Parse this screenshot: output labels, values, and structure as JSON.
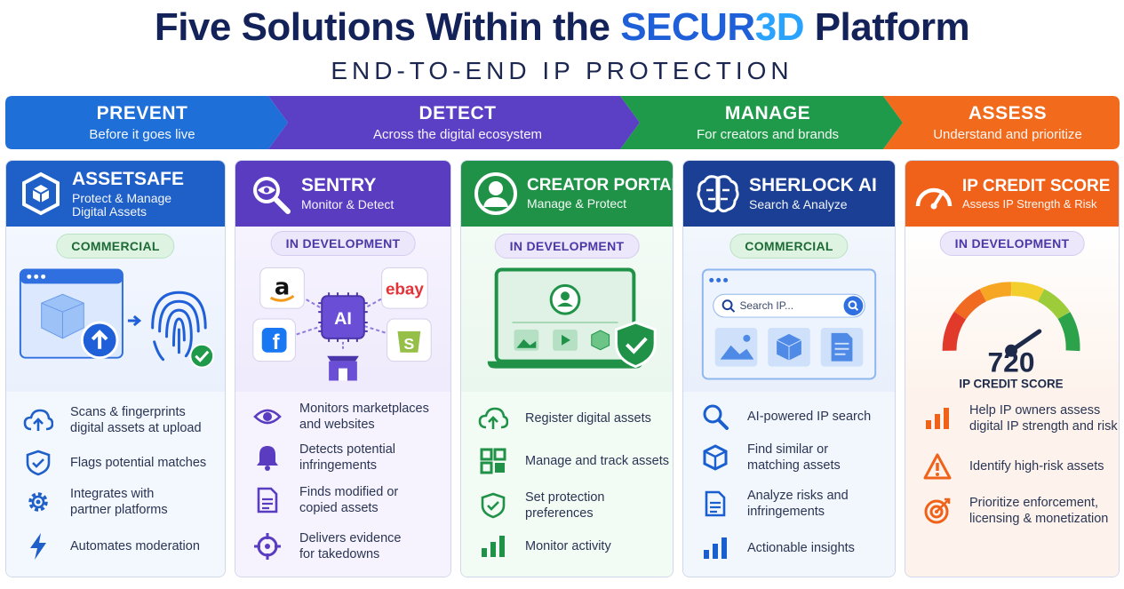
{
  "header": {
    "title_part1": "Five Solutions Within the ",
    "title_brand_a": "SECUR",
    "title_brand_b": "3D",
    "title_part2": " Platform",
    "subtitle": "END-TO-END IP PROTECTION"
  },
  "stages": [
    {
      "title": "PREVENT",
      "subtitle": "Before it goes live",
      "color": "#1f6fd8"
    },
    {
      "title": "DETECT",
      "subtitle": "Across the digital ecosystem",
      "color": "#5b3fc4"
    },
    {
      "title": "MANAGE",
      "subtitle": "For creators and brands",
      "color": "#1e9a4a"
    },
    {
      "title": "ASSESS",
      "subtitle": "Understand and prioritize",
      "color": "#f26a1b"
    }
  ],
  "solutions": [
    {
      "name": "ASSETSAFE",
      "tagline": "Protect & Manage\nDigital Assets",
      "status": "COMMERCIAL",
      "color": "#1f5fc8",
      "icon": "shield-cube-icon",
      "features": [
        {
          "icon": "cloud-upload-icon",
          "text": "Scans & fingerprints\ndigital assets at upload"
        },
        {
          "icon": "shield-check-icon",
          "text": "Flags potential matches"
        },
        {
          "icon": "gear-icon",
          "text": "Integrates with\npartner platforms"
        },
        {
          "icon": "lightning-icon",
          "text": "Automates moderation"
        }
      ]
    },
    {
      "name": "SENTRY",
      "tagline": "Monitor & Detect",
      "status": "IN DEVELOPMENT",
      "color": "#5a3cc0",
      "icon": "magnifier-eye-icon",
      "illus": {
        "center": "AI",
        "logo2": "ebay"
      },
      "features": [
        {
          "icon": "eye-icon",
          "text": "Monitors marketplaces\nand websites"
        },
        {
          "icon": "bell-icon",
          "text": "Detects potential\ninfringements"
        },
        {
          "icon": "document-icon",
          "text": "Finds modified or\ncopied assets"
        },
        {
          "icon": "target-icon",
          "text": "Delivers evidence\nfor takedowns"
        }
      ]
    },
    {
      "name": "CREATOR PORTAL",
      "tagline": "Manage & Protect",
      "status": "IN DEVELOPMENT",
      "color": "#1f9248",
      "icon": "user-circle-icon",
      "features": [
        {
          "icon": "cloud-upload-icon",
          "text": "Register digital assets"
        },
        {
          "icon": "grid-icon",
          "text": "Manage and track assets"
        },
        {
          "icon": "shield-check-icon",
          "text": "Set protection preferences"
        },
        {
          "icon": "bar-chart-icon",
          "text": "Monitor activity"
        }
      ]
    },
    {
      "name": "SHERLOCK AI",
      "tagline": "Search & Analyze",
      "status": "COMMERCIAL",
      "color": "#1a3f94",
      "icon": "brain-icon",
      "illus": {
        "search_placeholder": "Search IP..."
      },
      "features": [
        {
          "icon": "search-icon",
          "text": "AI-powered IP search"
        },
        {
          "icon": "cube-icon",
          "text": "Find similar or\nmatching assets"
        },
        {
          "icon": "document-icon",
          "text": "Analyze risks and\ninfringements"
        },
        {
          "icon": "bar-chart-icon",
          "text": "Actionable insights"
        }
      ]
    },
    {
      "name": "IP CREDIT SCORE",
      "tagline": "Assess IP Strength & Risk",
      "status": "IN DEVELOPMENT",
      "color": "#f0621a",
      "icon": "gauge-icon",
      "illus": {
        "score": "720",
        "score_label": "IP CREDIT SCORE"
      },
      "features": [
        {
          "icon": "bar-chart-icon",
          "text": "Help IP owners assess\ndigital IP strength and risk"
        },
        {
          "icon": "warning-icon",
          "text": "Identify high-risk assets"
        },
        {
          "icon": "target-icon",
          "text": "Prioritize enforcement,\nlicensing & monetization"
        }
      ]
    }
  ]
}
